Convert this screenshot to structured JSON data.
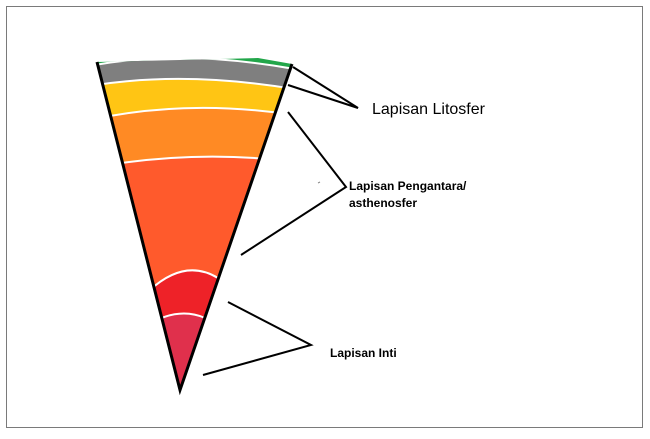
{
  "labels": {
    "lithosphere": "Lapisan Litosfer",
    "intermediate_line1": "Lapisan Pengantara/",
    "intermediate_line2": "asthenosfer",
    "core": "Lapisan Inti"
  },
  "layers": [
    {
      "key": "crust",
      "color": "#22a64a"
    },
    {
      "key": "upper-lithosphere",
      "color": "#7f7f7f"
    },
    {
      "key": "upper-mantle",
      "color": "#ffc514"
    },
    {
      "key": "transition-zone",
      "color": "#ff8a24"
    },
    {
      "key": "lower-mantle",
      "color": "#ff5a2c"
    },
    {
      "key": "outer-core",
      "color": "#ee2228"
    },
    {
      "key": "inner-core",
      "color": "#e0304c"
    }
  ]
}
